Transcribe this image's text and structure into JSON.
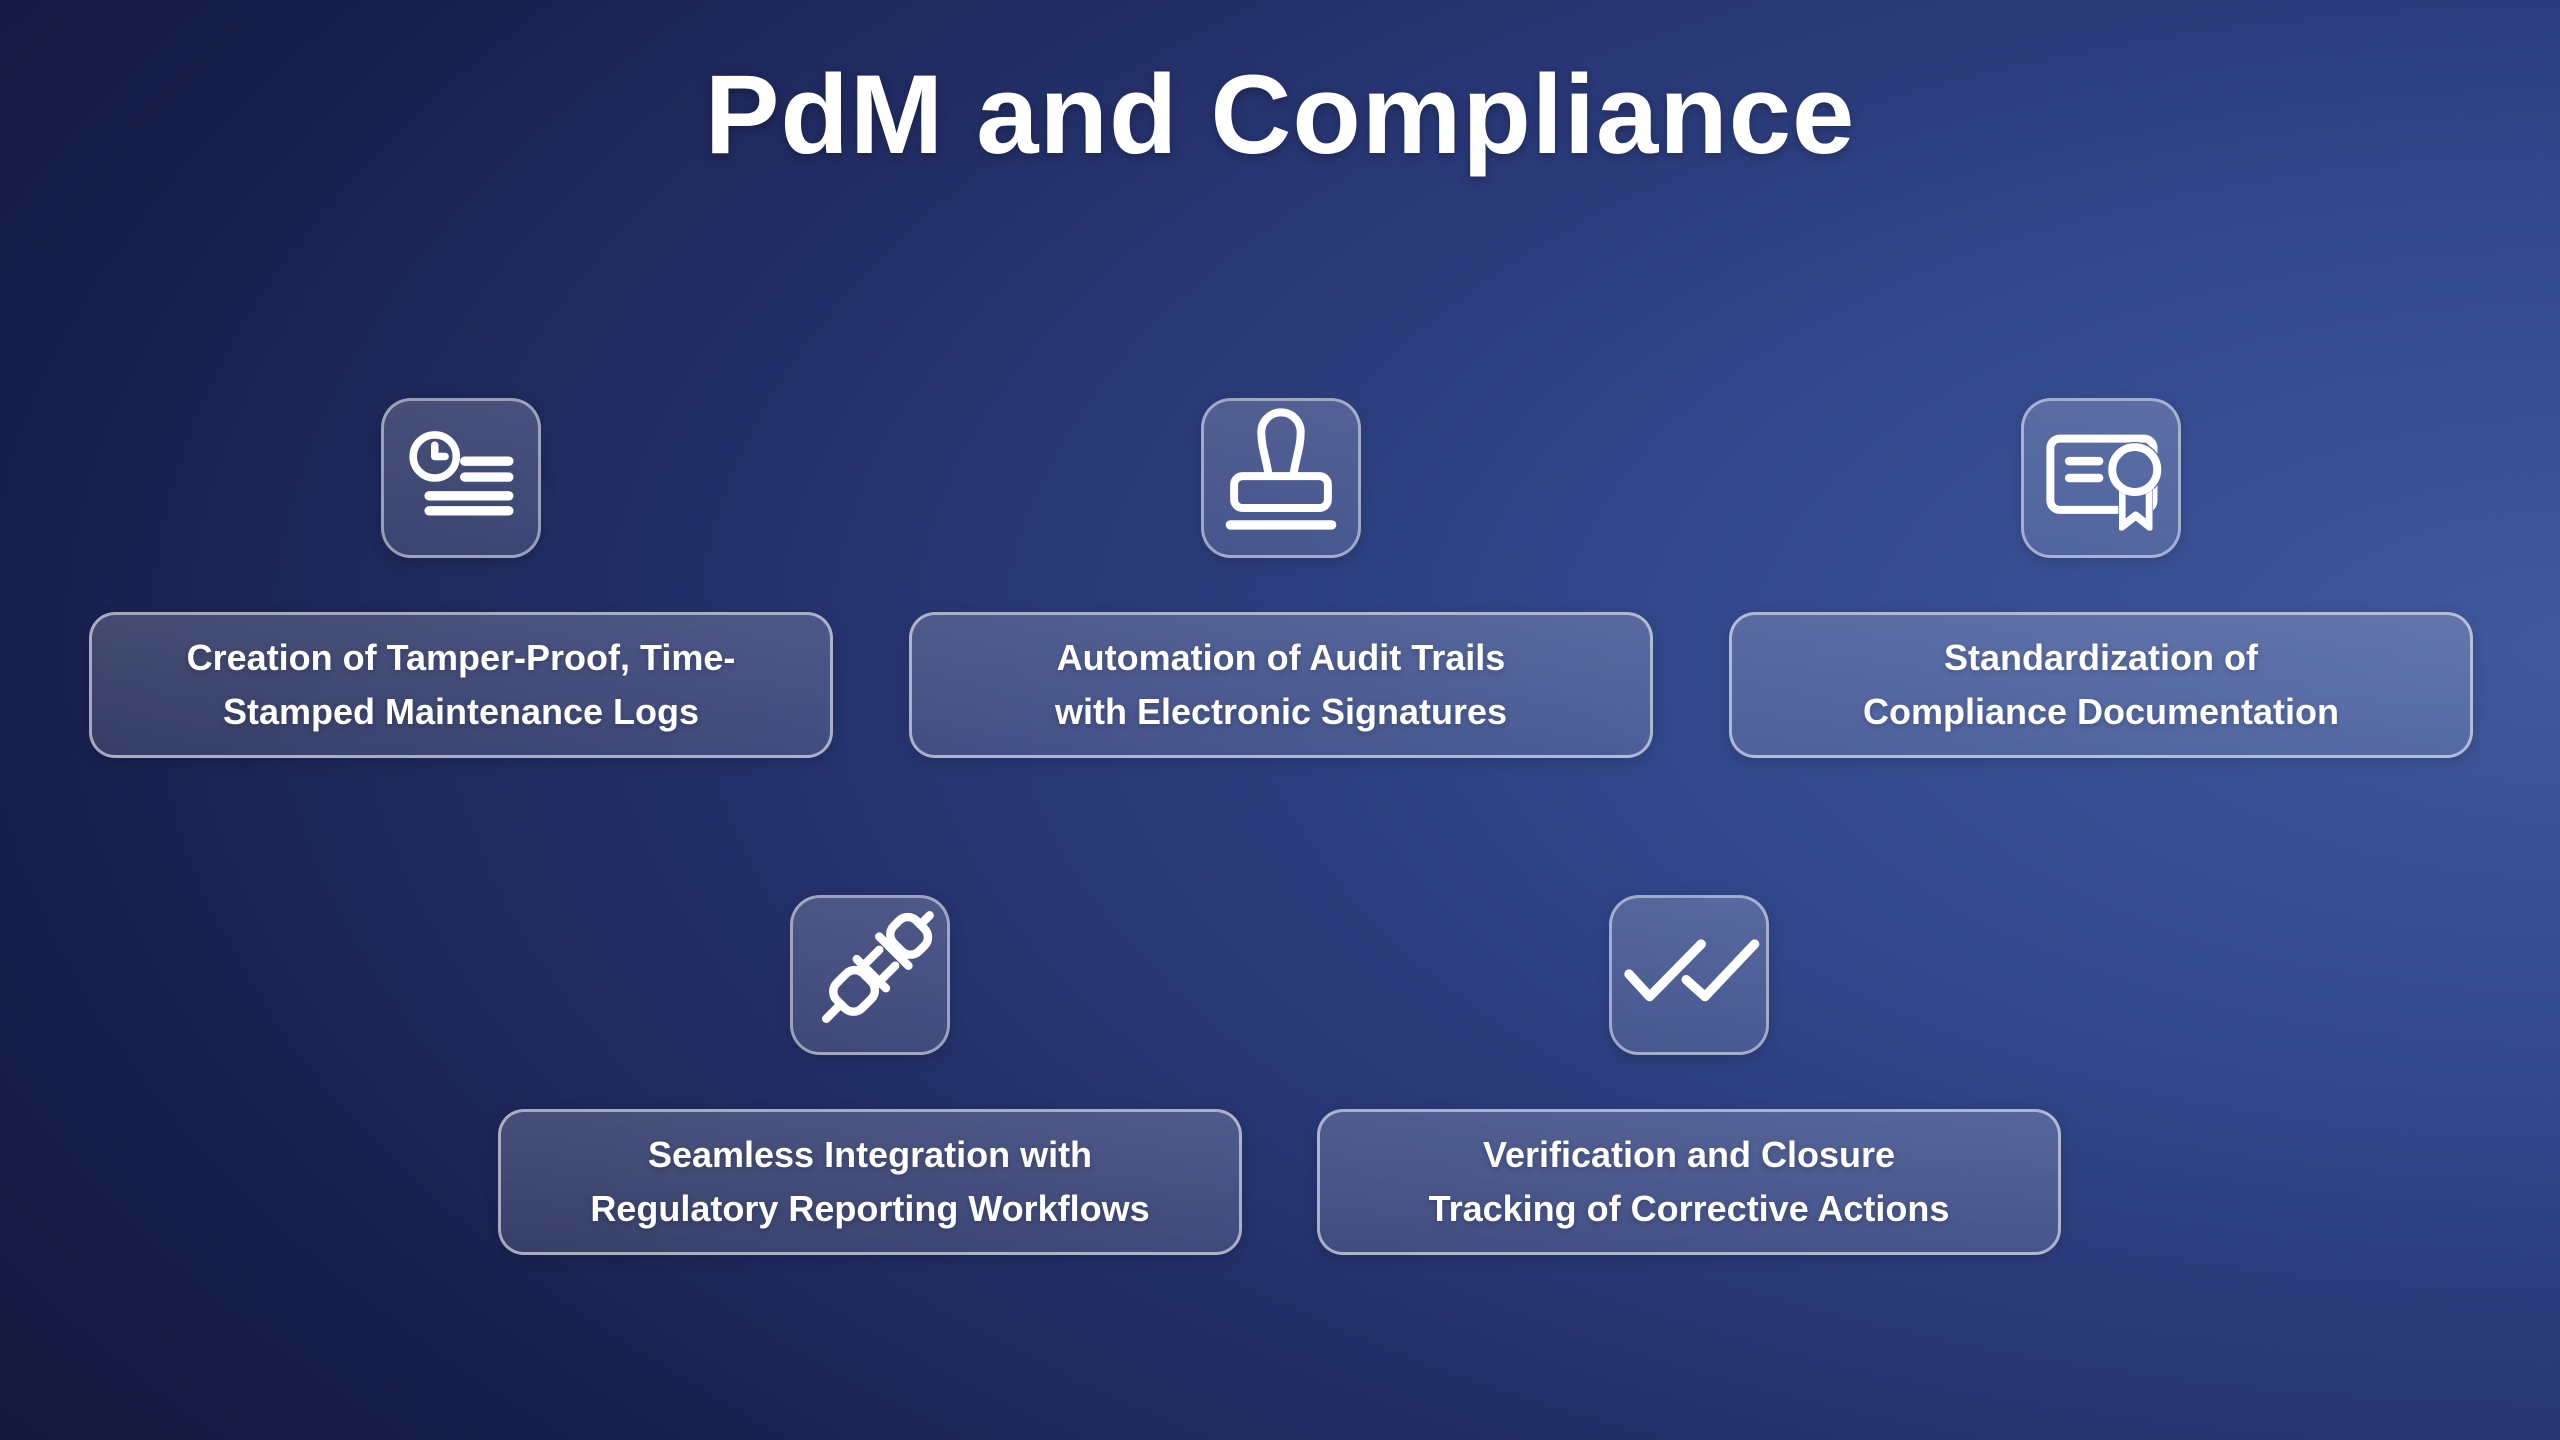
{
  "title": "PdM and Compliance",
  "colors": {
    "background_left": "#101330",
    "background_center": "#273572",
    "background_right": "#40589c",
    "card_fill": "rgba(255,255,255,0.16)",
    "card_border": "rgba(255,255,255,0.55)",
    "icon_stroke": "#ffffff",
    "text": "#ffffff"
  },
  "features": [
    {
      "icon": "clock-log-icon",
      "label": "Creation of Tamper-Proof, Time-\nStamped Maintenance Logs"
    },
    {
      "icon": "stamp-icon",
      "label": "Automation of Audit Trails\nwith Electronic Signatures"
    },
    {
      "icon": "certificate-icon",
      "label": "Standardization of\nCompliance Documentation"
    },
    {
      "icon": "plug-integration-icon",
      "label": "Seamless Integration with\nRegulatory Reporting Workflows"
    },
    {
      "icon": "double-check-icon",
      "label": "Verification and Closure\nTracking of Corrective Actions"
    }
  ]
}
